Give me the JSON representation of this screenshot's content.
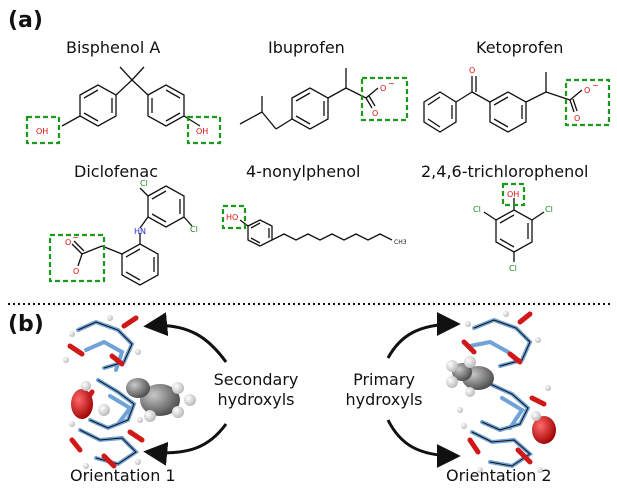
{
  "panels": {
    "a": "(a)",
    "b": "(b)"
  },
  "molecules": [
    {
      "name": "Bisphenol A",
      "atoms": [
        "OH",
        "OH"
      ]
    },
    {
      "name": "Ibuprofen",
      "atoms": [
        "O",
        "O"
      ]
    },
    {
      "name": "Ketoprofen",
      "atoms": [
        "O",
        "O",
        "O"
      ]
    },
    {
      "name": "Diclofenac",
      "atoms": [
        "Cl",
        "HN",
        "Cl",
        "O",
        "O"
      ]
    },
    {
      "name": "4-nonylphenol",
      "atoms": [
        "HO",
        "CH3"
      ]
    },
    {
      "name": "2,4,6-trichlorophenol",
      "atoms": [
        "OH",
        "Cl",
        "Cl",
        "Cl"
      ]
    }
  ],
  "charges": {
    "minus": "−"
  },
  "panel_b": {
    "secondary": [
      "Secondary",
      "hydroxyls"
    ],
    "primary": [
      "Primary",
      "hydroxyls"
    ],
    "orientation1": "Orientation 1",
    "orientation2": "Orientation 2"
  },
  "colors": {
    "highlight": "#1a9a1a",
    "oxygen": "#e01010",
    "nitrogen": "#2a2ad0",
    "chlorine": "#1a8a1a",
    "carbon_stick": "#6fa3d8",
    "guest": "#7a7a7a"
  }
}
